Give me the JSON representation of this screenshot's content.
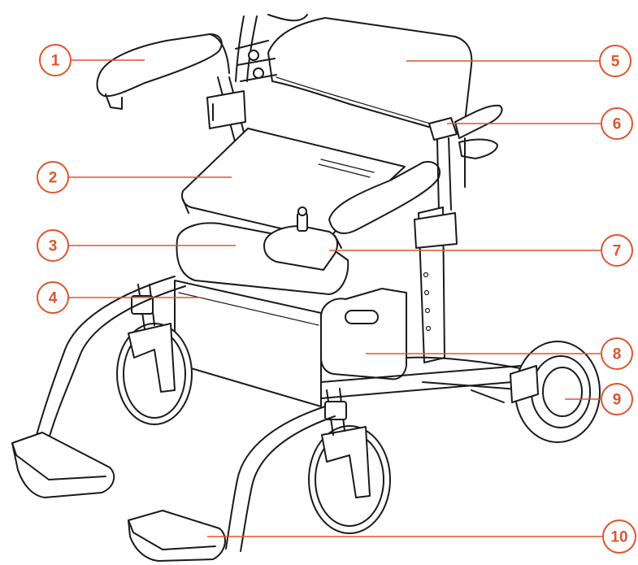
{
  "accent_color": "#e0542f",
  "callouts": [
    {
      "label": "1"
    },
    {
      "label": "5"
    },
    {
      "label": "6"
    },
    {
      "label": "2"
    },
    {
      "label": "3"
    },
    {
      "label": "7"
    },
    {
      "label": "4"
    },
    {
      "label": "8"
    },
    {
      "label": "9"
    },
    {
      "label": "10"
    }
  ]
}
